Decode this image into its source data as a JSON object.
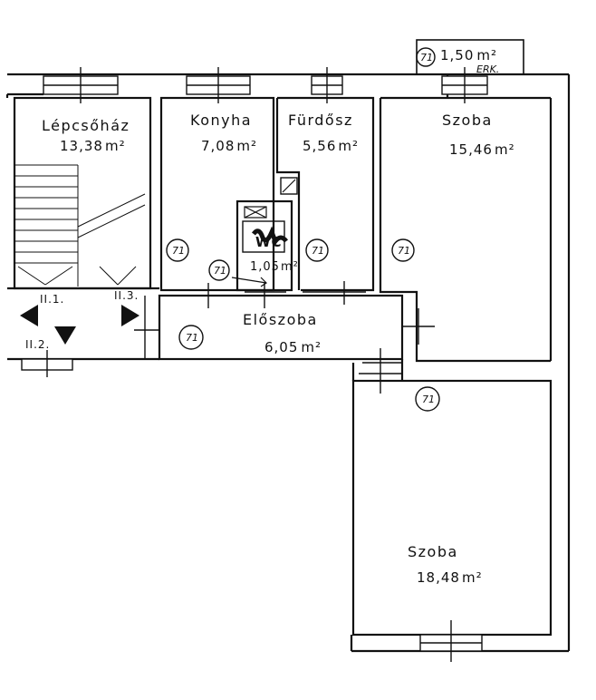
{
  "rooms": [
    {
      "id": "lepcsohaz",
      "name": "Lépcsőház",
      "area": "13,38",
      "unit": "m²"
    },
    {
      "id": "konyha",
      "name": "Konyha",
      "area": "7,08",
      "unit": "m²"
    },
    {
      "id": "furdosz",
      "name": "Fürdősz",
      "area": "5,56",
      "unit": "m²"
    },
    {
      "id": "szoba1",
      "name": "Szoba",
      "area": "15,46",
      "unit": "m²"
    },
    {
      "id": "wc",
      "name": "WC",
      "area": "1,05",
      "unit": "m²"
    },
    {
      "id": "eloszoba",
      "name": "Előszoba",
      "area": "6,05",
      "unit": "m²"
    },
    {
      "id": "szoba2",
      "name": "Szoba",
      "area": "18,48",
      "unit": "m²"
    },
    {
      "id": "erkely",
      "name": "ERK.",
      "area": "1,50",
      "unit": "m²"
    }
  ],
  "markers": {
    "circle": "71"
  },
  "stair_markers": [
    "II.1.",
    "II.2.",
    "II.3."
  ],
  "colors": {
    "ink": "#111111",
    "paper": "#ffffff"
  }
}
